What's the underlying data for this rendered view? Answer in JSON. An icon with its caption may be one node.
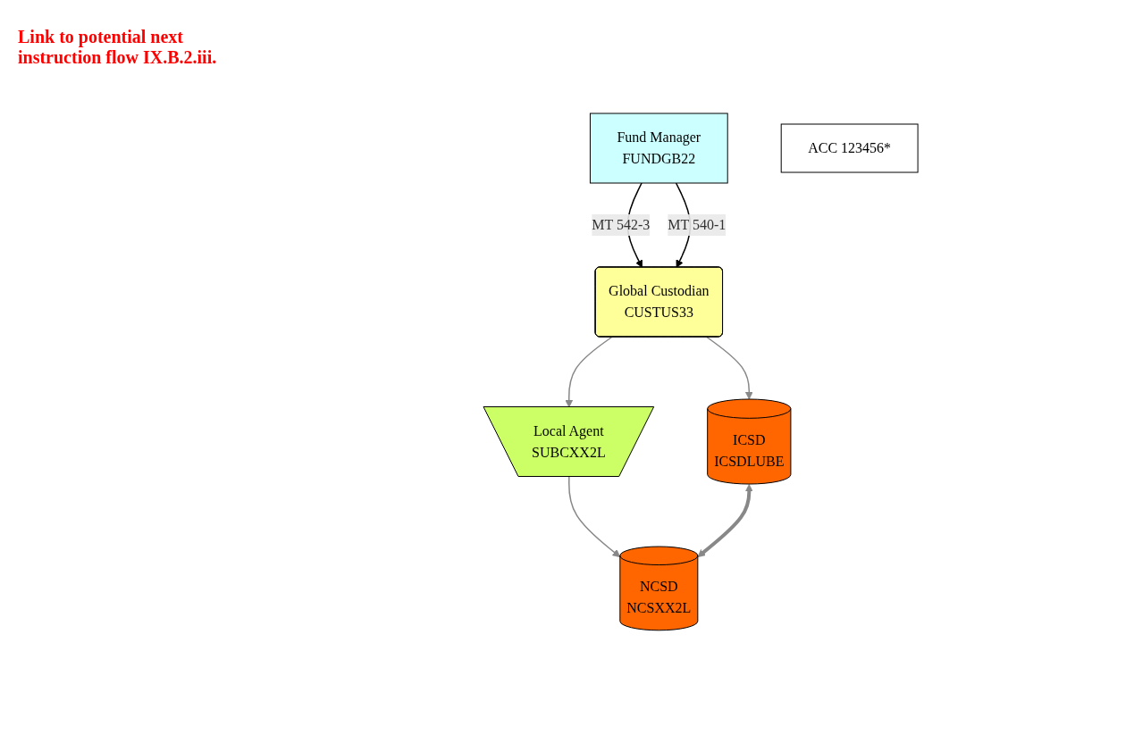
{
  "diagram": {
    "nodes": [
      {
        "text": [
          "Fund Manager",
          "FUNDGB22"
        ]
      },
      {
        "text": [
          "ACC 123456*"
        ]
      },
      {
        "text": [
          "Global Custodian",
          "CUSTUS33"
        ]
      },
      {
        "text": [
          "Local Agent",
          "SUBCXX2L"
        ]
      },
      {
        "text": [
          "ICSD",
          "ICSDLUBE"
        ]
      },
      {
        "text": [
          "NCSD",
          "NCSXX2L"
        ]
      }
    ],
    "edges": [
      {
        "from": 0,
        "to": 2,
        "arrow": "to",
        "label": "MT 542-3",
        "color": "#000000"
      },
      {
        "from": 0,
        "to": 2,
        "arrow": "to",
        "label": "MT 540-1",
        "color": "#000000"
      },
      {
        "from": 2,
        "to": 4,
        "arrow": "to"
      },
      {
        "from": 2,
        "to": 3,
        "arrow": "to"
      },
      {
        "from": 3,
        "to": 5,
        "arrow": "to"
      },
      {
        "from": 4,
        "to": 5,
        "arrow": "both",
        "style": "thick"
      }
    ],
    "labels": [
      "Link to potential next instruction flow IX.B.2.iii."
    ]
  }
}
